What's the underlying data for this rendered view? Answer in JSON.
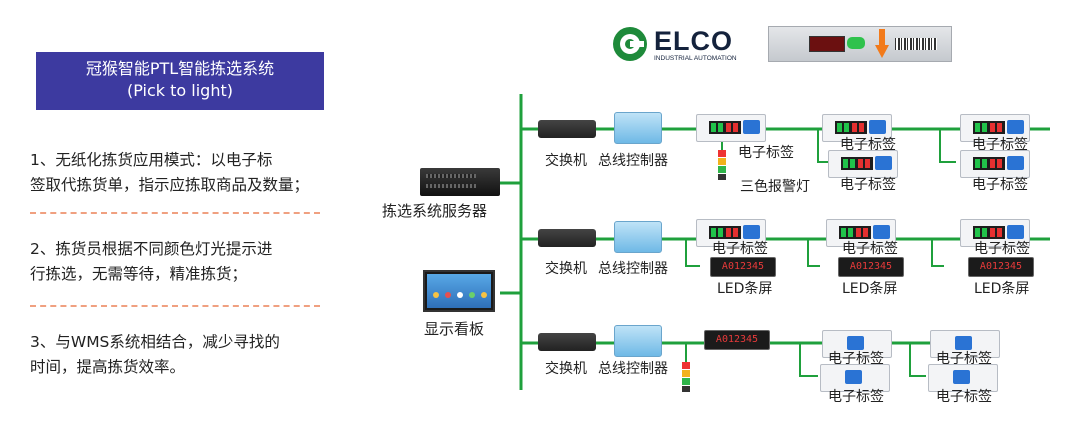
{
  "title": {
    "line1": "冠猴智能PTL智能拣选系统",
    "line2": "(Pick to light)"
  },
  "points": [
    {
      "l1": "1、无纸化拣货应用模式：以电子标",
      "l2": "签取代拣货单，指示应拣取商品及数量；"
    },
    {
      "l1": "2、拣货员根据不同颜色灯光提示进",
      "l2": "行拣选，无需等待，精准拣货；"
    },
    {
      "l1": "3、与WMS系统相结合，减少寻找的",
      "l2": "时间，提高拣货效率。"
    }
  ],
  "brand": {
    "name": "ELCO",
    "sub": "INDUSTRIAL AUTOMATION"
  },
  "left_devices": {
    "server": "拣选系统服务器",
    "display": "显示看板"
  },
  "common": {
    "switch": "交换机",
    "controller": "总线控制器",
    "tag": "电子标签",
    "led": "LED条屏",
    "lamp": "三色报警灯",
    "led_text": "A012345"
  },
  "colors": {
    "title_bg": "#3d3aa0",
    "line": "#1fa03c",
    "dash": "#f0a080"
  }
}
